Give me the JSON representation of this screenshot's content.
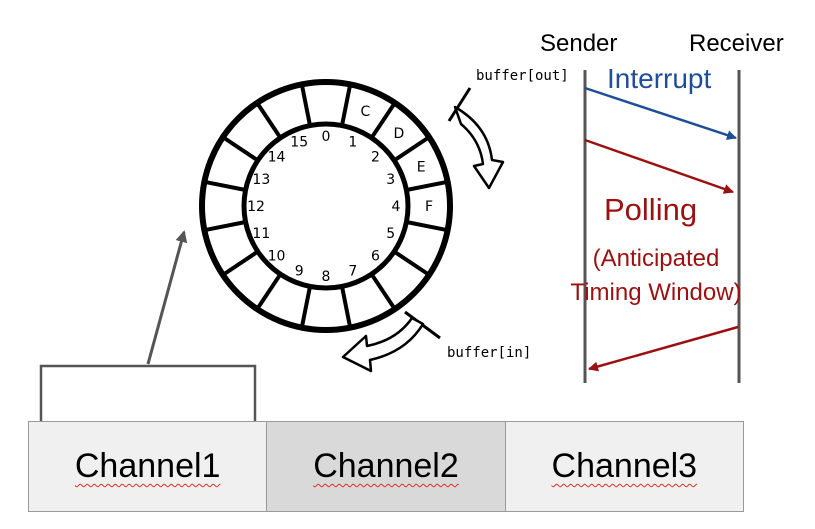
{
  "ring": {
    "indices": [
      "0",
      "1",
      "2",
      "3",
      "4",
      "5",
      "6",
      "7",
      "8",
      "9",
      "10",
      "11",
      "12",
      "13",
      "14",
      "15"
    ],
    "filled_slots": [
      "C",
      "D",
      "E",
      "F"
    ],
    "out_label": "buffer[out]",
    "in_label": "buffer[in]"
  },
  "timing": {
    "sender": "Sender",
    "receiver": "Receiver",
    "interrupt": "Interrupt",
    "polling": "Polling",
    "window_line1": "(Anticipated",
    "window_line2": "Timing Window)"
  },
  "channels": [
    "Channel1",
    "Channel2",
    "Channel3"
  ],
  "colors": {
    "interrupt": "#1f4e96",
    "polling": "#9b1111",
    "ring": "#000000",
    "pointer_arrow": "#555555",
    "channel_bg": "#f0f0f0",
    "channel_selected_bg": "#d9d9d9",
    "lifeline": "#555555"
  }
}
